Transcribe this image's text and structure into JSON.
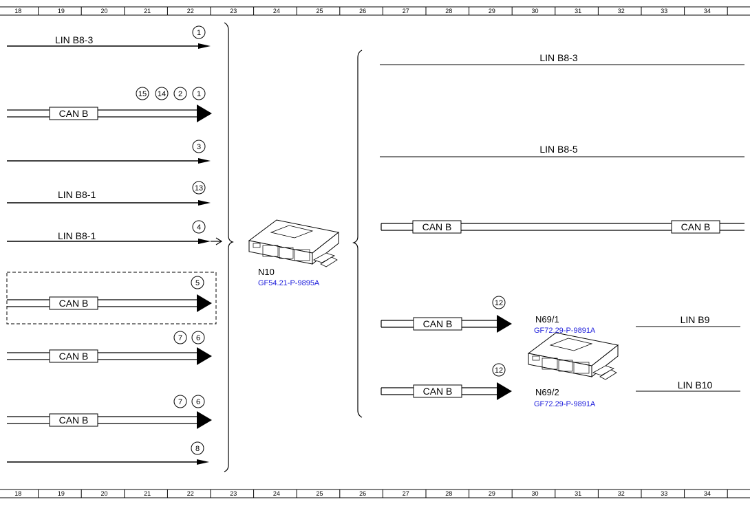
{
  "ruler": {
    "labels": [
      "18",
      "19",
      "20",
      "21",
      "22",
      "23",
      "24",
      "25",
      "26",
      "27",
      "28",
      "29",
      "30",
      "31",
      "32",
      "33",
      "34"
    ]
  },
  "left": {
    "rows": [
      {
        "label": "LIN B8-3",
        "markers": [
          "1"
        ]
      },
      {
        "label": "CAN B",
        "markers": [
          "15",
          "14",
          "2",
          "1"
        ]
      },
      {
        "label": "",
        "markers": [
          "3"
        ]
      },
      {
        "label": "LIN B8-1",
        "markers": [
          "13"
        ]
      },
      {
        "label": "LIN B8-1",
        "markers": [
          "4"
        ]
      },
      {
        "label": "CAN B",
        "markers": [
          "5"
        ]
      },
      {
        "label": "CAN B",
        "markers": [
          "7",
          "6"
        ]
      },
      {
        "label": "CAN B",
        "markers": [
          "7",
          "6"
        ]
      },
      {
        "label": "",
        "markers": [
          "8"
        ]
      }
    ]
  },
  "center": {
    "module_name": "N10",
    "module_ref": "GF54.21-P-9895A"
  },
  "right": {
    "lin1_label": "LIN B8-3",
    "lin2_label": "LIN B8-5",
    "canbus_label_a": "CAN B",
    "canbus_label_b": "CAN B",
    "n69_1": {
      "name": "N69/1",
      "ref": "GF72.29-P-9891A",
      "can_label": "CAN B",
      "marker": "12",
      "lin_label": "LIN B9"
    },
    "n69_2": {
      "name": "N69/2",
      "ref": "GF72.29-P-9891A",
      "can_label": "CAN B",
      "marker": "12",
      "lin_label": "LIN B10"
    }
  }
}
